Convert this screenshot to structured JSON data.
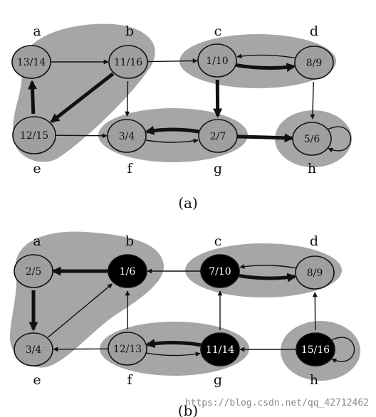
{
  "colors": {
    "region": "#a6a6a6",
    "node_fill": "#9f9f9f",
    "node_fill_dark": "#000000",
    "stroke": "#111111"
  },
  "diagrams": [
    {
      "caption": "(a)",
      "nodes": [
        {
          "id": "a",
          "label": "a",
          "text": "13/14",
          "dark": false
        },
        {
          "id": "b",
          "label": "b",
          "text": "11/16",
          "dark": false
        },
        {
          "id": "c",
          "label": "c",
          "text": "1/10",
          "dark": false
        },
        {
          "id": "d",
          "label": "d",
          "text": "8/9",
          "dark": false
        },
        {
          "id": "e",
          "label": "e",
          "text": "12/15",
          "dark": false
        },
        {
          "id": "f",
          "label": "f",
          "text": "3/4",
          "dark": false
        },
        {
          "id": "g",
          "label": "g",
          "text": "2/7",
          "dark": false
        },
        {
          "id": "h",
          "label": "h",
          "text": "5/6",
          "dark": false
        }
      ],
      "edges": [
        {
          "from": "a",
          "to": "b",
          "thick": false
        },
        {
          "from": "b",
          "to": "c",
          "thick": false
        },
        {
          "from": "c",
          "to": "d",
          "thick": true
        },
        {
          "from": "d",
          "to": "c",
          "thick": false
        },
        {
          "from": "b",
          "to": "e",
          "thick": true
        },
        {
          "from": "e",
          "to": "a",
          "thick": true
        },
        {
          "from": "b",
          "to": "f",
          "thick": false
        },
        {
          "from": "e",
          "to": "f",
          "thick": false
        },
        {
          "from": "c",
          "to": "g",
          "thick": true
        },
        {
          "from": "f",
          "to": "g",
          "thick": false
        },
        {
          "from": "g",
          "to": "f",
          "thick": true
        },
        {
          "from": "g",
          "to": "h",
          "thick": true
        },
        {
          "from": "d",
          "to": "h",
          "thick": false
        },
        {
          "from": "h",
          "to": "h",
          "thick": false
        }
      ]
    },
    {
      "caption": "(b)",
      "nodes": [
        {
          "id": "a",
          "label": "a",
          "text": "2/5",
          "dark": false
        },
        {
          "id": "b",
          "label": "b",
          "text": "1/6",
          "dark": true
        },
        {
          "id": "c",
          "label": "c",
          "text": "7/10",
          "dark": true
        },
        {
          "id": "d",
          "label": "d",
          "text": "8/9",
          "dark": false
        },
        {
          "id": "e",
          "label": "e",
          "text": "3/4",
          "dark": false
        },
        {
          "id": "f",
          "label": "f",
          "text": "12/13",
          "dark": false
        },
        {
          "id": "g",
          "label": "g",
          "text": "11/14",
          "dark": true
        },
        {
          "id": "h",
          "label": "h",
          "text": "15/16",
          "dark": true
        }
      ],
      "edges": [
        {
          "from": "b",
          "to": "a",
          "thick": true
        },
        {
          "from": "c",
          "to": "b",
          "thick": false
        },
        {
          "from": "c",
          "to": "d",
          "thick": true
        },
        {
          "from": "d",
          "to": "c",
          "thick": false
        },
        {
          "from": "a",
          "to": "e",
          "thick": true
        },
        {
          "from": "e",
          "to": "b",
          "thick": false
        },
        {
          "from": "f",
          "to": "b",
          "thick": false
        },
        {
          "from": "f",
          "to": "e",
          "thick": false
        },
        {
          "from": "f",
          "to": "g",
          "thick": false
        },
        {
          "from": "g",
          "to": "f",
          "thick": true
        },
        {
          "from": "g",
          "to": "c",
          "thick": false
        },
        {
          "from": "h",
          "to": "g",
          "thick": false
        },
        {
          "from": "h",
          "to": "d",
          "thick": false
        },
        {
          "from": "h",
          "to": "h",
          "thick": false
        }
      ]
    }
  ],
  "watermark": "https://blog.csdn.net/qq_42712462"
}
